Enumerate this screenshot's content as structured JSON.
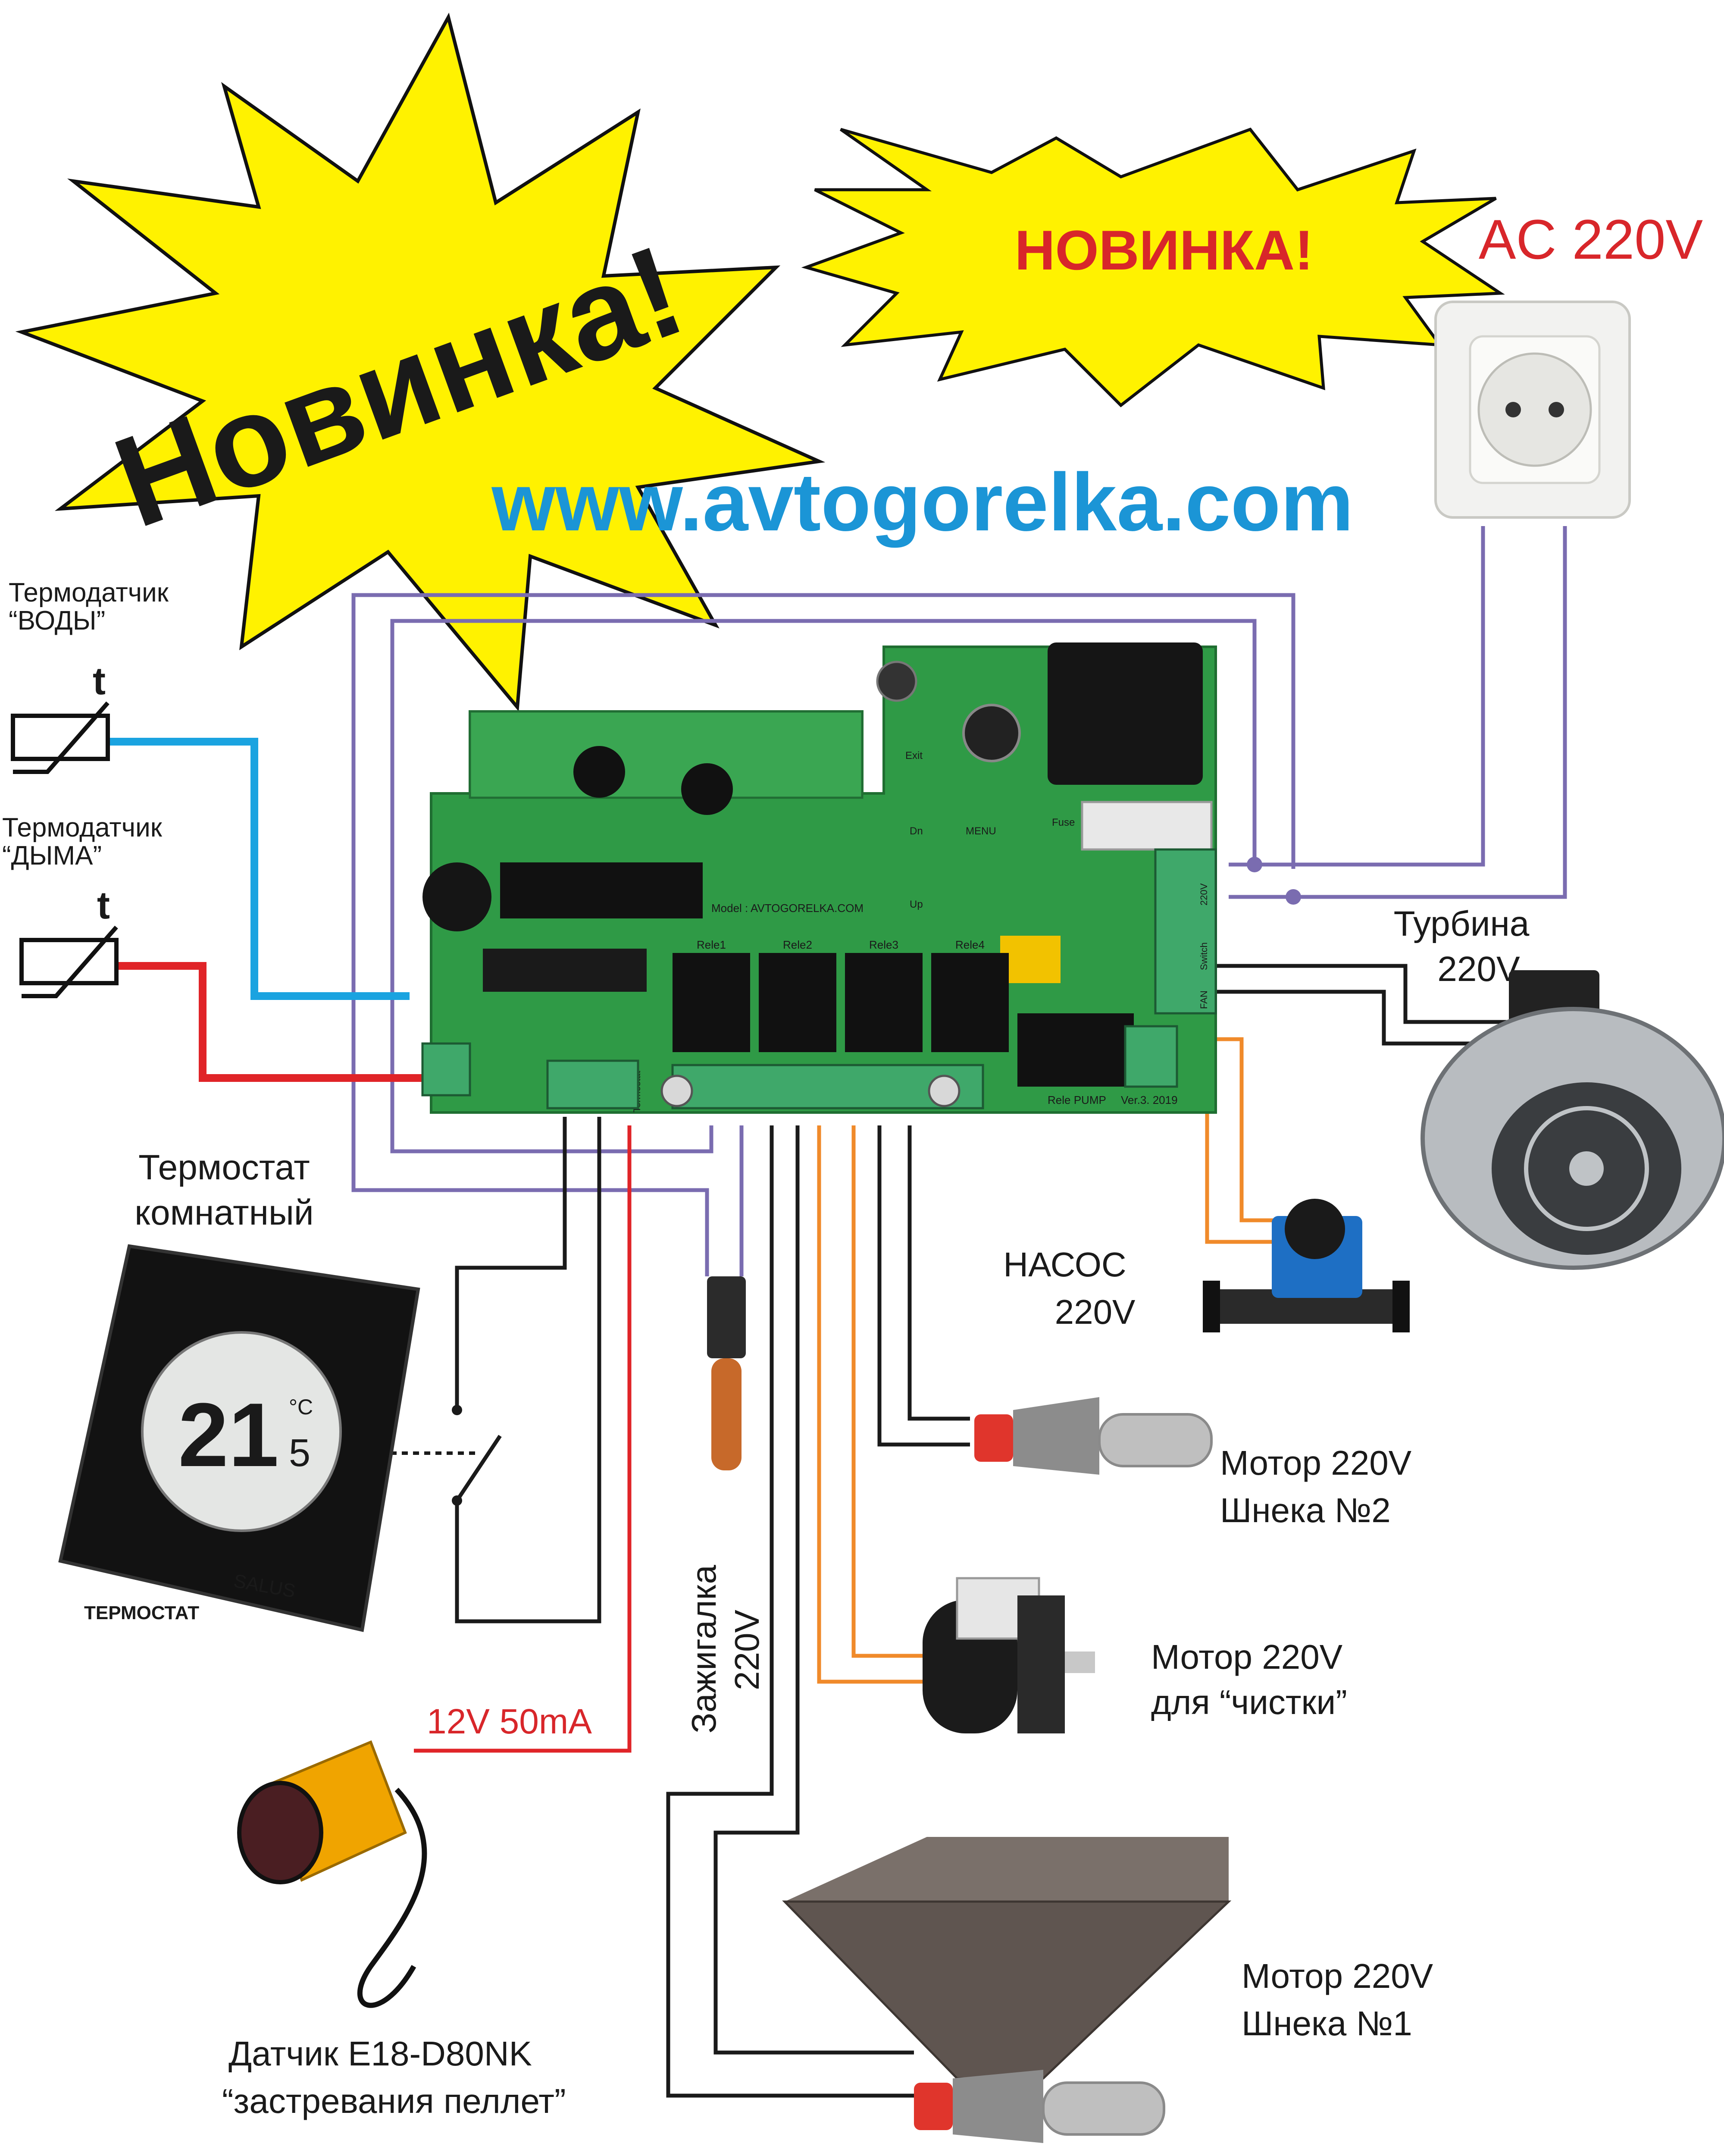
{
  "banner_big": "Новинка!",
  "banner_small": "НОВИНКА!",
  "website": "www.avtogorelka.com",
  "ac_label": "AC 220V",
  "sensor_water": {
    "line1": "Термодатчик",
    "line2": "“ВОДЫ”",
    "symbol": "t"
  },
  "sensor_smoke": {
    "line1": "Термодатчик",
    "line2": "“ДЫМА”",
    "symbol": "t"
  },
  "thermostat": {
    "line1": "Термостат",
    "line2": "комнатный",
    "caption": "ТЕРМОСТАТ",
    "brand": "SALUS",
    "display": "21",
    "display_small": "5",
    "unit": "°C"
  },
  "turbine": {
    "line1": "Турбина",
    "line2": "220V"
  },
  "pump": {
    "line1": "НАСОС",
    "line2": "220V"
  },
  "motor_auger2": {
    "line1": "Мотор 220V",
    "line2": "Шнека №2"
  },
  "motor_cleaning": {
    "line1": "Мотор 220V",
    "line2": "для “чистки”"
  },
  "igniter": {
    "line1": "Зажигалка",
    "line2": "220V"
  },
  "sensor_e18": {
    "voltage": "12V 50mA",
    "line1": "Датчик E18-D80NK",
    "line2": "“застревания пеллет”"
  },
  "motor_auger1": {
    "line1": "Мотор 220V",
    "line2": "Шнека №1"
  },
  "board": {
    "model": "Model : AVTOGORELKA.COM",
    "relays": [
      "Rele1",
      "Rele2",
      "Rele3",
      "Rele4"
    ],
    "pump_relay": "Rele PUMP",
    "version": "Ver.3.  2019",
    "buttons": [
      "Exit",
      "Dn",
      "MENU",
      "Up"
    ],
    "fuse": "Fuse",
    "terminal_labels": [
      "220V",
      "Switch",
      "FAN"
    ],
    "thermostat_terminal": "Termostat"
  },
  "colors": {
    "purple_wire": "#7a6cb0",
    "orange_wire": "#f08a2a",
    "red_wire": "#e02428",
    "blue_wire": "#1aa3e0",
    "pcb": "#2f9a46",
    "burst": "#fff200"
  }
}
